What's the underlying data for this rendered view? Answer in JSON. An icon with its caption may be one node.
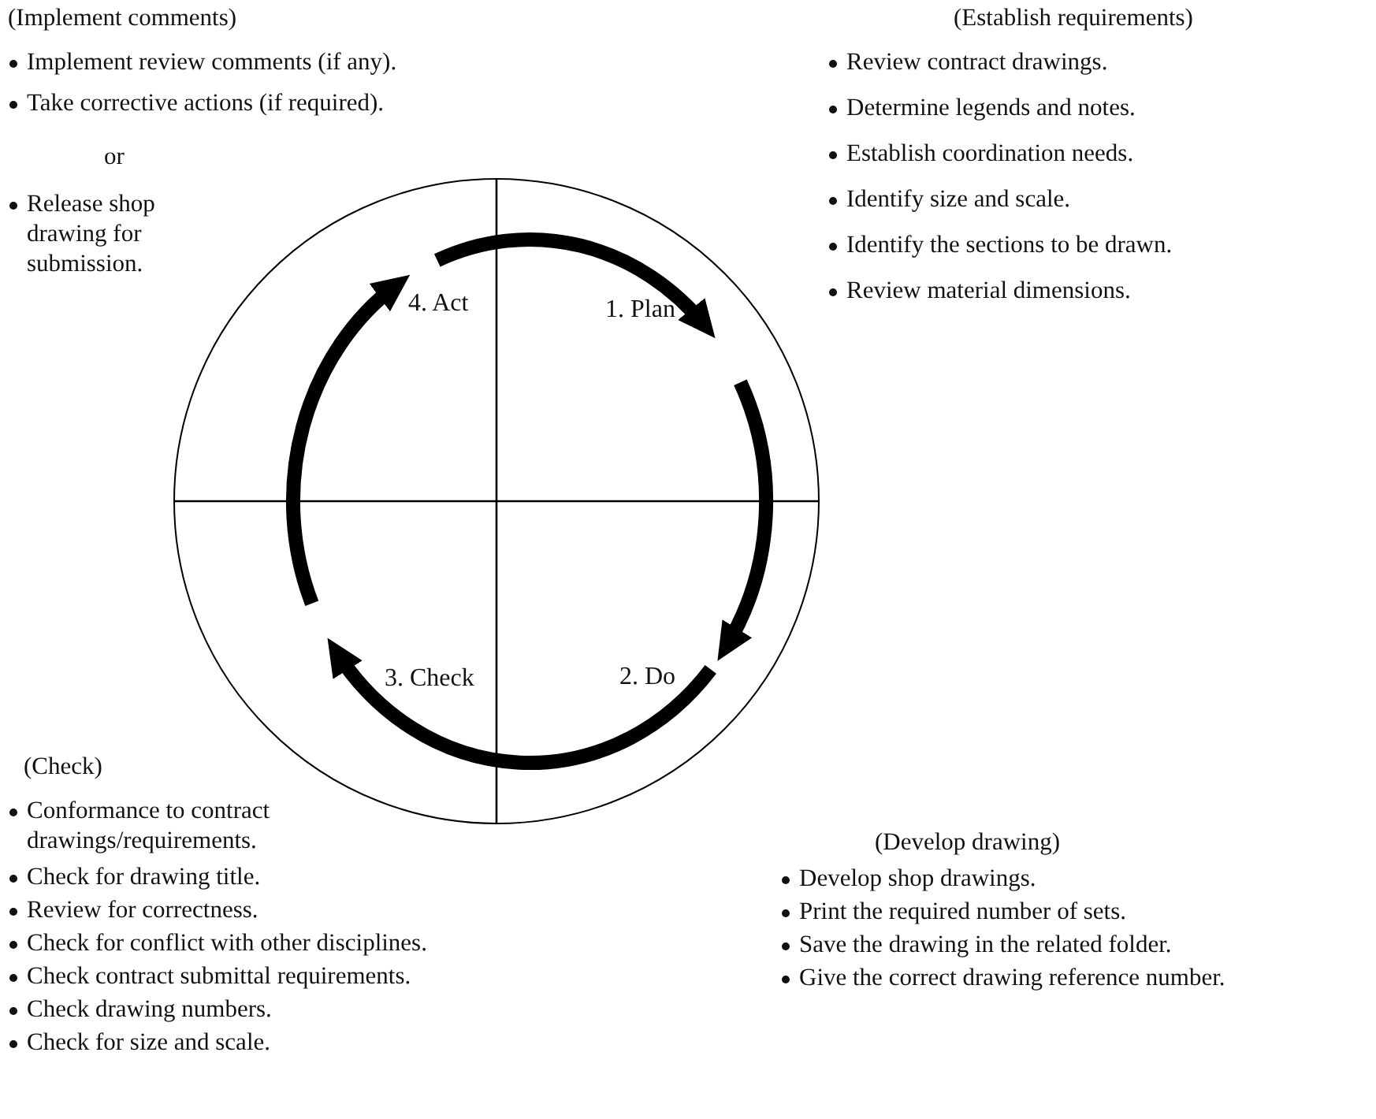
{
  "diagram": {
    "nodes": [
      {
        "text": [],
        "shape": "circle"
      },
      {
        "text": [
          "1. Plan"
        ],
        "in": 0
      },
      {
        "text": [
          "2. Do"
        ],
        "in": 0
      },
      {
        "text": [
          "3. Check"
        ],
        "in": 0
      },
      {
        "text": [
          "4. Act"
        ],
        "in": 0
      }
    ],
    "edges": [
      {
        "from": 1,
        "to": 2,
        "arrow": "to"
      },
      {
        "from": 2,
        "to": 3,
        "arrow": "to"
      },
      {
        "from": 3,
        "to": 4,
        "arrow": "to"
      },
      {
        "from": 4,
        "to": 1,
        "arrow": "to"
      }
    ],
    "labels": [
      "(Implement comments)",
      "Implement review comments (if any).",
      "Take corrective actions (if required).",
      "or",
      "Release shop drawing for submission.",
      "(Establish requirements)",
      "Review contract drawings.",
      "Determine legends and notes.",
      "Establish coordination needs.",
      "Identify size and scale.",
      "Identify the sections to be drawn.",
      "Review material dimensions.",
      "(Check)",
      "Conformance to contract drawings/requirements.",
      "Check for drawing title.",
      "Review for correctness.",
      "Check for conflict with other disciplines.",
      "Check contract submittal requirements.",
      "Check drawing numbers.",
      "Check for size and scale.",
      "(Develop drawing)",
      "Develop shop drawings.",
      "Print the required number of sets.",
      "Save the drawing in the related folder.",
      "Give the correct drawing reference number."
    ]
  }
}
